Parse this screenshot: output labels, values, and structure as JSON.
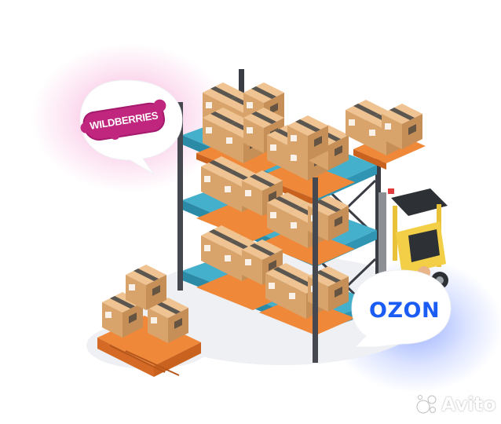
{
  "logos": {
    "wildberries": "WILDBERRIES",
    "ozon": "OZON"
  },
  "watermark": {
    "text": "Avito",
    "icon": "avito-dots-icon"
  },
  "colors": {
    "wildberries": "#c0267e",
    "ozon": "#1b5cf5",
    "shelf": "#3fa8c4",
    "box": "#e2b07a",
    "pallet": "#f0883a",
    "rack": "#3a3d44"
  }
}
